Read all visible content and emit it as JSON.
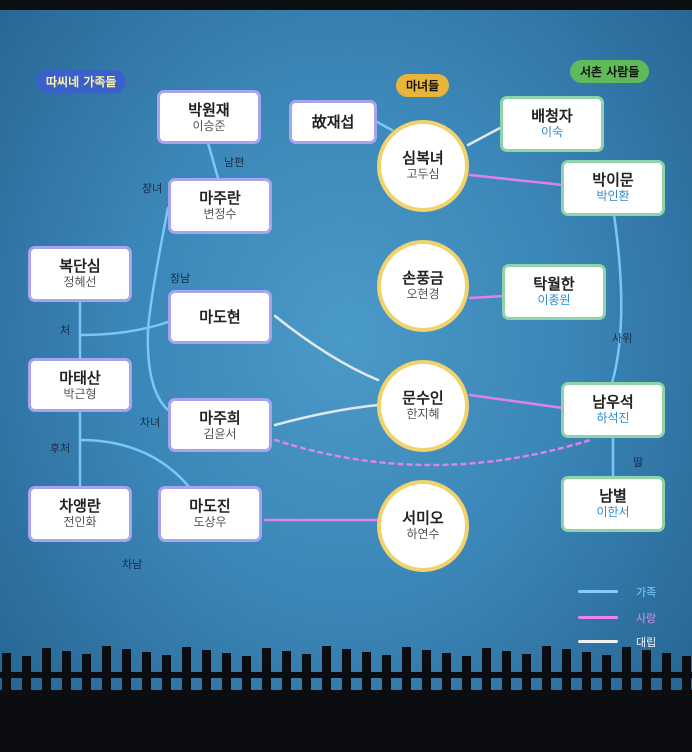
{
  "headers": {
    "left": "따씨네 가족들",
    "center": "마녀들",
    "right": "서촌 사람들"
  },
  "header_colors": {
    "left": "#3a61c9",
    "center": "#e8b53a",
    "right": "#5fbb5a"
  },
  "characters": {
    "park_wonjae": {
      "name": "박원재",
      "actor": "이승준"
    },
    "ma_juran": {
      "name": "마주란",
      "actor": "변정수"
    },
    "bok_dansim": {
      "name": "복단심",
      "actor": "정혜선"
    },
    "ma_dohyun": {
      "name": "마도현",
      "actor": ""
    },
    "ma_taesan": {
      "name": "마태산",
      "actor": "박근형"
    },
    "ma_juhee": {
      "name": "마주희",
      "actor": "김윤서"
    },
    "cha_aengran": {
      "name": "차앵란",
      "actor": "전인화"
    },
    "ma_dojin": {
      "name": "마도진",
      "actor": "도상우"
    },
    "late_jaesup": {
      "name": "故재섭",
      "actor": ""
    },
    "sim_boknyeo": {
      "name": "심복녀",
      "actor": "고두심"
    },
    "son_punggeum": {
      "name": "손풍금",
      "actor": "오현경"
    },
    "mun_suin": {
      "name": "문수인",
      "actor": "한지혜"
    },
    "seo_mio": {
      "name": "서미오",
      "actor": "하연수"
    },
    "bae_cheongja": {
      "name": "배청자",
      "actor": "이숙"
    },
    "park_imun": {
      "name": "박이문",
      "actor": "박인환"
    },
    "tak_wolhan": {
      "name": "탁월한",
      "actor": "이종원"
    },
    "nam_useok": {
      "name": "남우석",
      "actor": "하석진"
    },
    "nam_byeol": {
      "name": "남별",
      "actor": "이한서"
    }
  },
  "relations": {
    "husband": "남편",
    "eldest_daughter": "장녀",
    "eldest_son": "장남",
    "wife": "처",
    "second_daughter": "차녀",
    "second_wife": "후처",
    "second_son": "차남",
    "son_in_law": "사위",
    "daughter": "딸"
  },
  "legend": [
    {
      "label": "가족",
      "color": "#7fd0ff"
    },
    {
      "label": "사랑",
      "color": "#ee82ee"
    },
    {
      "label": "대립",
      "color": "#f2f2f2"
    }
  ],
  "colors": {
    "family": "#7fd0ff",
    "love": "#ee82ee",
    "conflict": "#f2f2f2",
    "circle_border": "#f1d26b",
    "left_box_border": "#a7a4f0",
    "right_box_border": "#8fd3a8"
  }
}
